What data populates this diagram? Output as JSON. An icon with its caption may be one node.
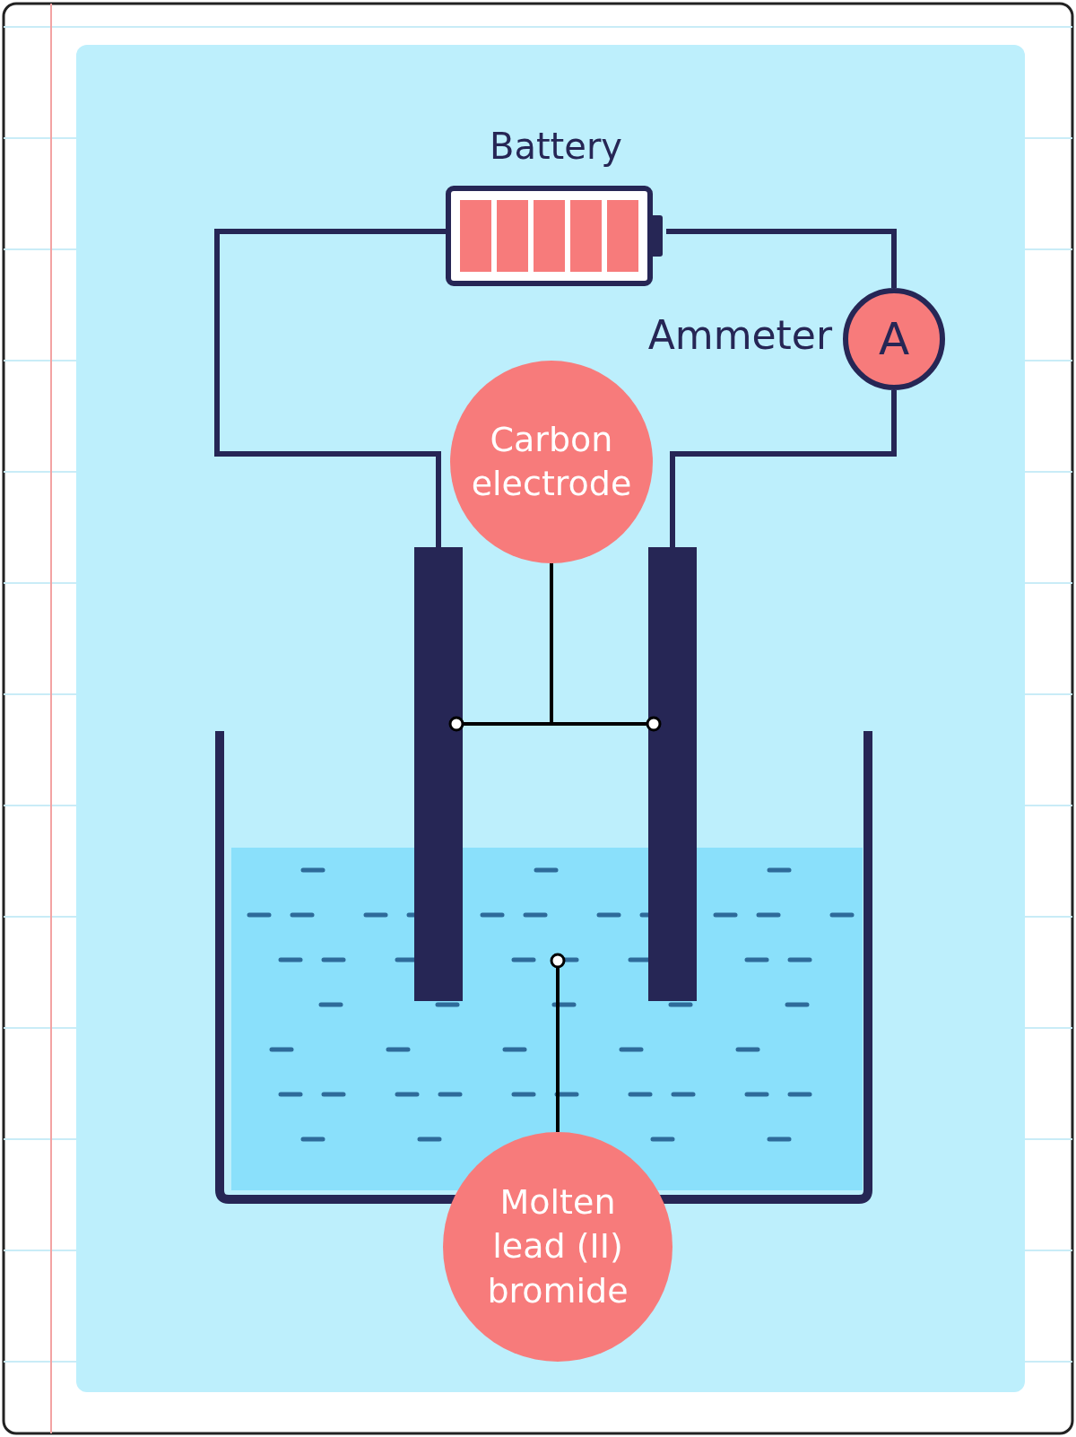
{
  "diagram": {
    "nodes": [
      {
        "text": [
          "Battery"
        ]
      },
      {
        "text": [
          "A"
        ],
        "beside": [
          "Ammeter"
        ]
      },
      {
        "text": [
          "Carbon electrode"
        ]
      },
      {
        "text": [],
        "shape": "bar"
      },
      {
        "text": [],
        "shape": "bar"
      },
      {
        "text": [],
        "shape": "box"
      },
      {
        "text": [
          "Molten lead (II) bromide"
        ]
      }
    ],
    "edges": [
      {
        "from": 0,
        "to": 3,
        "arrow": "none"
      },
      {
        "from": 0,
        "to": 1,
        "arrow": "none"
      },
      {
        "from": 1,
        "to": 4,
        "arrow": "none"
      },
      {
        "from": 2,
        "to": 3,
        "arrow": "other"
      },
      {
        "from": 2,
        "to": 4,
        "arrow": "other"
      },
      {
        "from": 6,
        "to": 5,
        "arrow": "other"
      }
    ]
  }
}
